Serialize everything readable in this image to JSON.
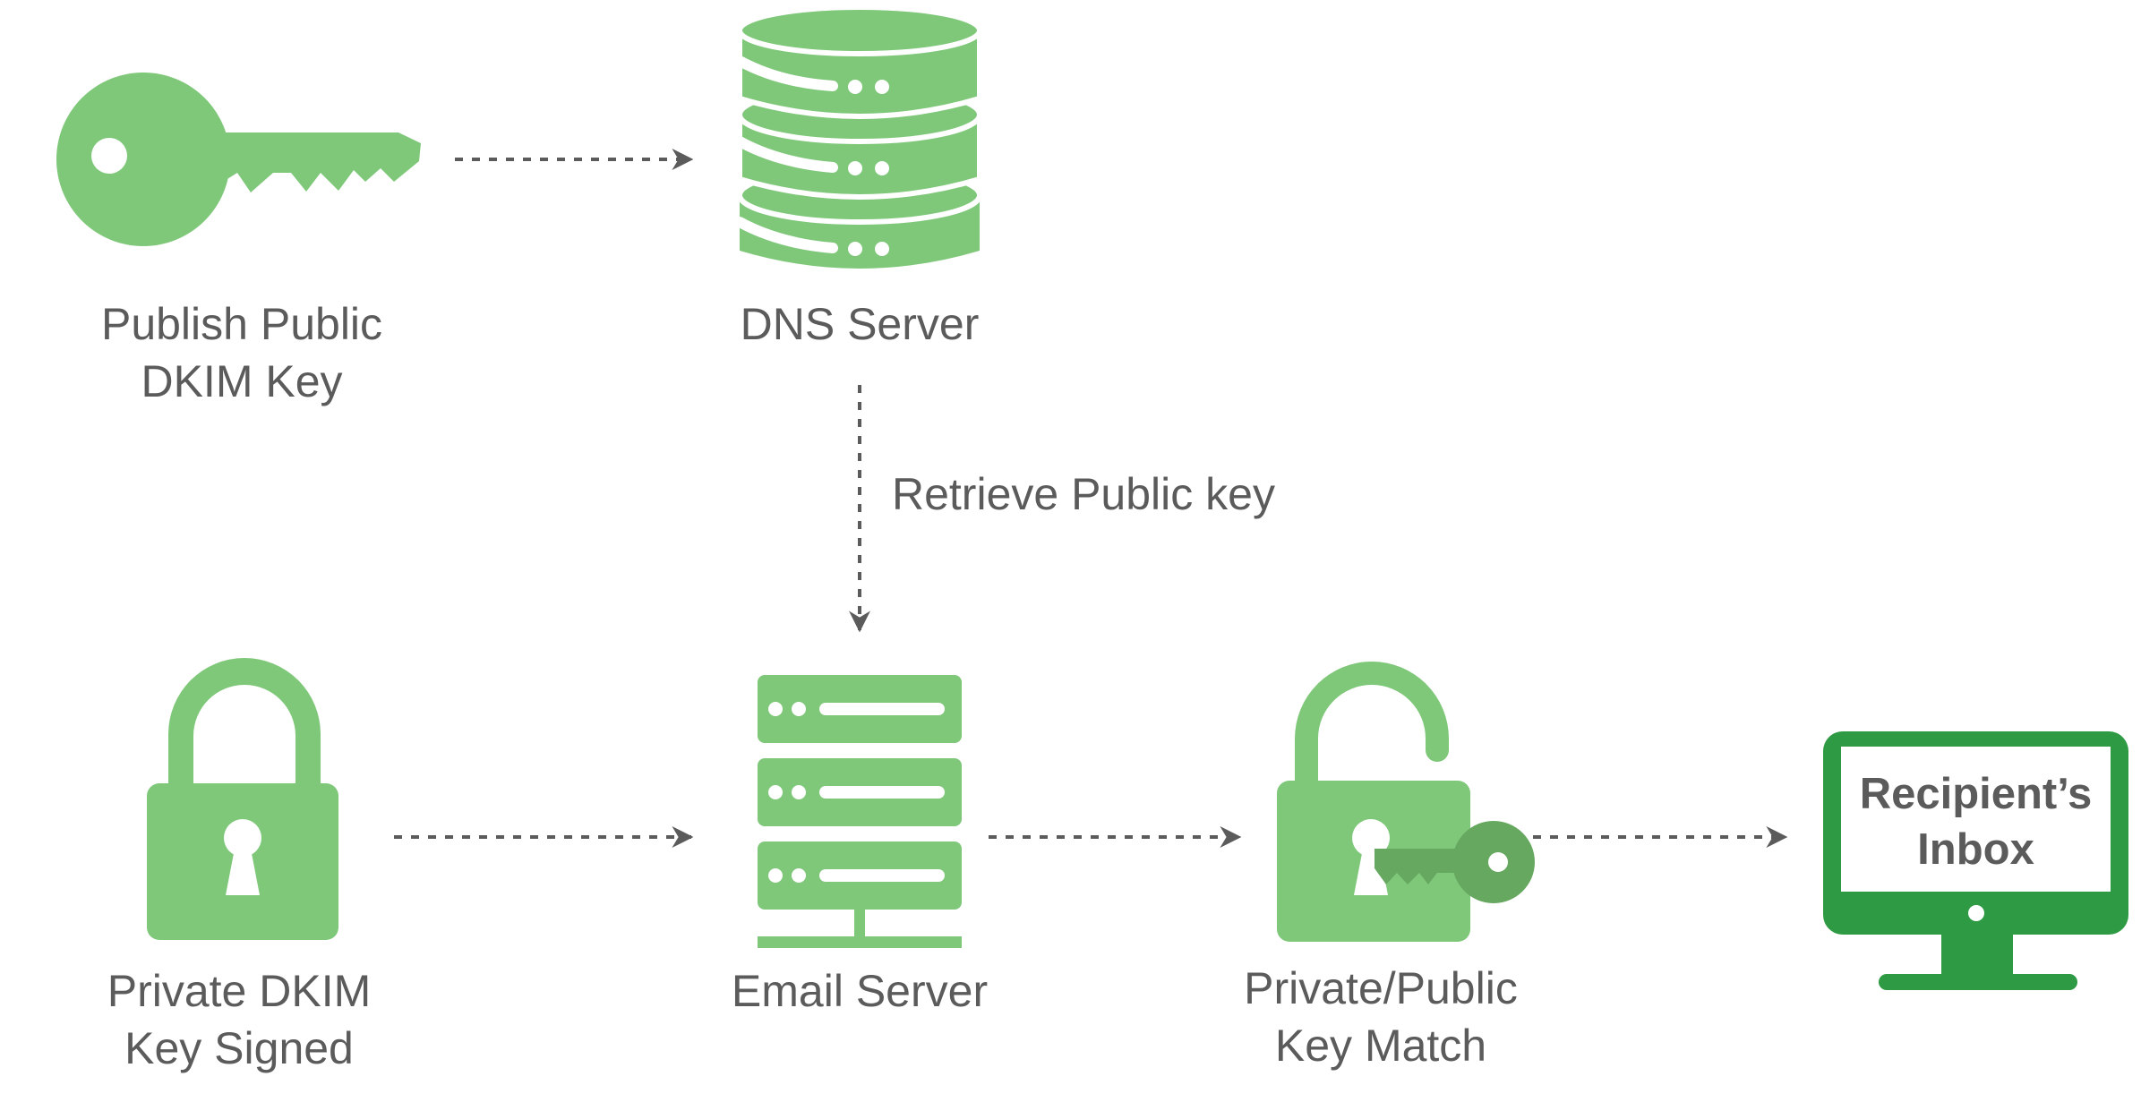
{
  "colors": {
    "icon_green": "#7fc87a",
    "dark_green": "#2e9a43",
    "key_dark_green": "#66a85f",
    "arrow_gray": "#5b5b5b",
    "text_gray": "#5b5b5b"
  },
  "nodes": {
    "publish_key": {
      "icon": "key-icon",
      "line1": "Publish Public",
      "line2": "DKIM Key"
    },
    "dns_server": {
      "icon": "database-icon",
      "line1": "DNS Server"
    },
    "private_key": {
      "icon": "padlock-closed-icon",
      "line1": "Private DKIM",
      "line2": "Key Signed"
    },
    "email_server": {
      "icon": "server-rack-icon",
      "line1": "Email Server"
    },
    "key_match": {
      "icon": "padlock-open-with-key-icon",
      "line1": "Private/Public",
      "line2": "Key Match"
    },
    "inbox": {
      "icon": "monitor-icon",
      "line1": "Recipient’s",
      "line2": "Inbox"
    }
  },
  "edges": [
    {
      "from": "publish_key",
      "to": "dns_server",
      "style": "dotted-arrow"
    },
    {
      "from": "dns_server",
      "to": "email_server",
      "style": "dotted-arrow",
      "label": "Retrieve Public key"
    },
    {
      "from": "private_key",
      "to": "email_server",
      "style": "dotted-arrow"
    },
    {
      "from": "email_server",
      "to": "key_match",
      "style": "dotted-arrow"
    },
    {
      "from": "key_match",
      "to": "inbox",
      "style": "dotted-arrow"
    }
  ]
}
